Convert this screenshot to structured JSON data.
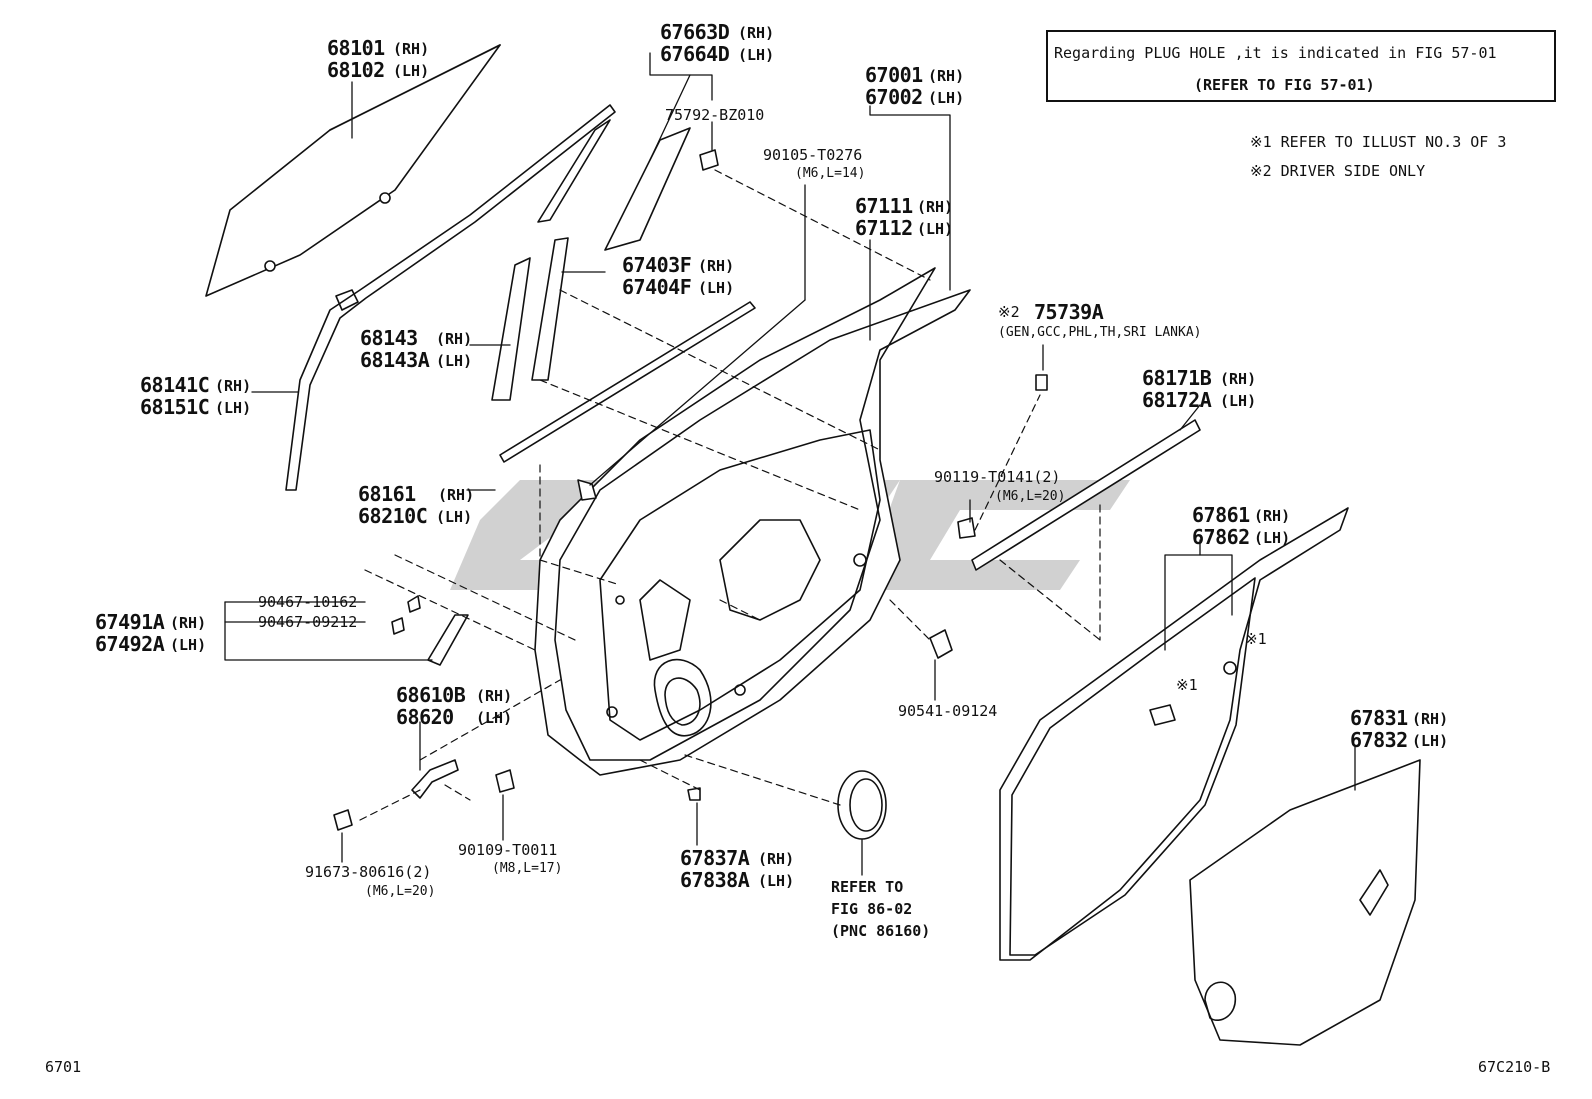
{
  "note_box": {
    "line1": "Regarding PLUG HOLE ,it is indicated in FIG 57-01",
    "line2": "(REFER TO FIG 57-01)"
  },
  "footnotes": [
    "※1 REFER TO ILLUST NO.3 OF 3",
    "※2 DRIVER SIDE ONLY"
  ],
  "labels": {
    "glass_rh": "68101",
    "glass_lh": "68102",
    "visor_rh": "67663D",
    "visor_lh": "67664D",
    "clip_75792": "75792-BZ010",
    "bolt_90105": "90105-T0276",
    "bolt_90105_spec": "(M6,L=14)",
    "panel_rh": "67001",
    "panel_lh": "67002",
    "frame_rh": "67111",
    "frame_lh": "67112",
    "channel_rh": "67403F",
    "channel_lh": "67404F",
    "run_68143_rh": "68143",
    "run_68143_lh": "68143A",
    "run_68141_rh": "68141C",
    "run_68151_lh": "68151C",
    "weather_rh": "68161",
    "weather_lh": "68210C",
    "seal_75739": "75739A",
    "seal_75739_mark": "※2",
    "seal_75739_regions": "(GEN,GCC,PHL,TH,SRI LANKA)",
    "weatherstrip_rh": "68171B",
    "weatherstrip_lh": "68172A",
    "bolt_90119": "90119-T0141(2)",
    "bolt_90119_spec": "(M6,L=20)",
    "door_seal_rh": "67861",
    "door_seal_lh": "67862",
    "ref_mark_1a": "※1",
    "ref_mark_1b": "※1",
    "cover_rh": "67491A",
    "cover_lh": "67492A",
    "clip_90467_a": "90467-10162",
    "clip_90467_b": "90467-09212",
    "check_rh": "68610B",
    "check_lh": "68620",
    "bumper_90541": "90541-09124",
    "bolt_91673": "91673-80616(2)",
    "bolt_91673_spec": "(M6,L=20)",
    "bolt_90109": "90109-T0011",
    "bolt_90109_spec": "(M8,L=17)",
    "seal_cover_rh": "67837A",
    "seal_cover_lh": "67838A",
    "speaker_ref_1": "REFER TO",
    "speaker_ref_2": "FIG 86-02",
    "speaker_ref_3": "(PNC 86160)",
    "service_rh": "67831",
    "service_lh": "67832",
    "page_code": "6701",
    "figure_code": "67C210-B",
    "rh": "(RH)",
    "lh": "(LH)"
  }
}
